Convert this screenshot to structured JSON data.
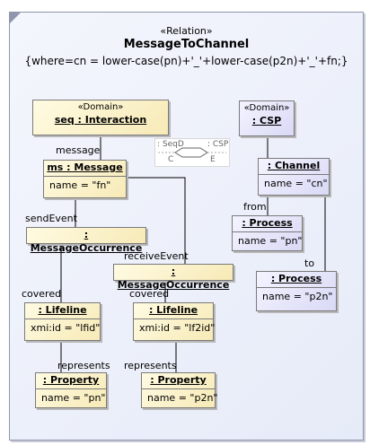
{
  "relation": {
    "stereotype": "«Relation»",
    "name": "MessageToChannel",
    "where": "{where=cn = lower-case(pn)+'_'+lower-case(p2n)+'_'+fn;}"
  },
  "left_domain": {
    "stereotype": "«Domain»",
    "name": "seq : Interaction"
  },
  "right_domain": {
    "stereotype": "«Domain»",
    "name": ": CSP"
  },
  "legend": {
    "left_top": ": SeqD",
    "right_top": ": CSP",
    "left_bottom": "C",
    "right_bottom": "E"
  },
  "nodes": {
    "message": {
      "name": "ms : Message",
      "slot": "name = \"fn\""
    },
    "send_occ": {
      "name": ": MessageOccurrence"
    },
    "recv_occ": {
      "name": ": MessageOccurrence"
    },
    "lifeline1": {
      "name": ": Lifeline",
      "slot": "xmi:id = \"lfid\""
    },
    "lifeline2": {
      "name": ": Lifeline",
      "slot": "xmi:id = \"lf2id\""
    },
    "property1": {
      "name": ": Property",
      "slot": "name = \"pn\""
    },
    "property2": {
      "name": ": Property",
      "slot": "name = \"p2n\""
    },
    "channel": {
      "name": ": Channel",
      "slot": "name = \"cn\""
    },
    "process1": {
      "name": ": Process",
      "slot": "name = \"pn\""
    },
    "process2": {
      "name": ": Process",
      "slot": "name = \"p2n\""
    }
  },
  "edge_labels": {
    "message": "message",
    "send_event": "sendEvent",
    "receive_event": "receiveEvent",
    "covered1": "covered",
    "covered2": "covered",
    "represents1": "represents",
    "represents2": "represents",
    "from": "from",
    "to": "to"
  },
  "colors": {
    "yellow_fill": "#f7eab7",
    "blue_fill": "#d9d9f6",
    "frame": "#e6ebf8",
    "line": "#000000"
  }
}
